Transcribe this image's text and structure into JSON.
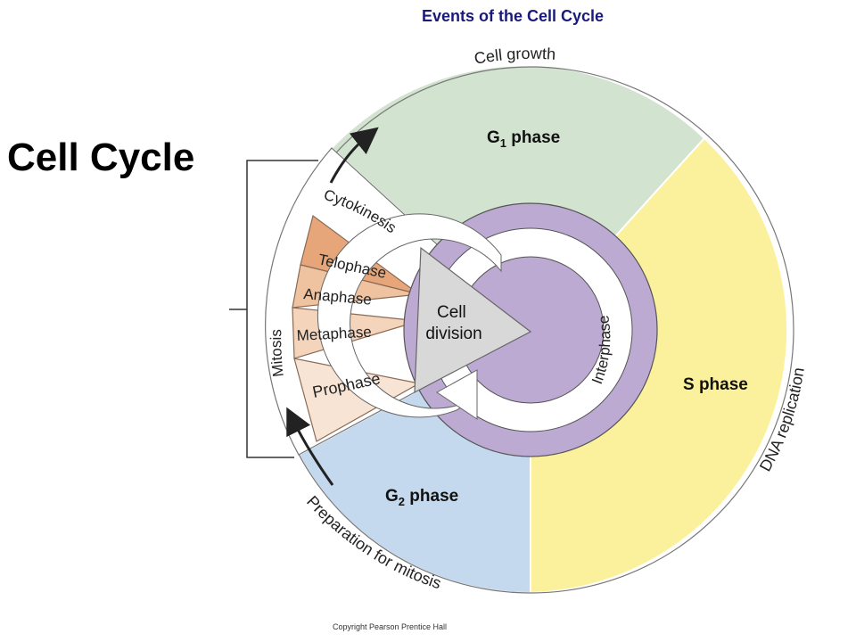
{
  "header": {
    "title": "Events of the Cell Cycle"
  },
  "slide": {
    "title": "Cell Cycle"
  },
  "footer": {
    "copyright": "Copyright Pearson Prentice Hall"
  },
  "diagram": {
    "g1_label": "G",
    "g1_sub": "1",
    "g1_suffix": " phase",
    "g2_label": "G",
    "g2_sub": "2",
    "g2_suffix": " phase",
    "s_phase": "S phase",
    "cell_growth": "Cell growth",
    "dna_replication": "DNA replication",
    "prep_mitosis": "Preparation for mitosis",
    "interphase": "Interphase",
    "cell_division_line1": "Cell",
    "cell_division_line2": "division",
    "mitosis": "Mitosis",
    "cytokinesis": "Cytokinesis",
    "telophase": "Telophase",
    "anaphase": "Anaphase",
    "metaphase": "Metaphase",
    "prophase": "Prophase",
    "colors": {
      "g1": "#d2e3d0",
      "s": "#fbf19d",
      "g2": "#c4d8ee",
      "interphase_ring": "#bcaad2",
      "cell_division": "#d8d8d8",
      "telophase": "#e6a67a",
      "anaphase": "#efc2a0",
      "metaphase": "#f4d4bb",
      "prophase": "#f8e4d4"
    }
  }
}
